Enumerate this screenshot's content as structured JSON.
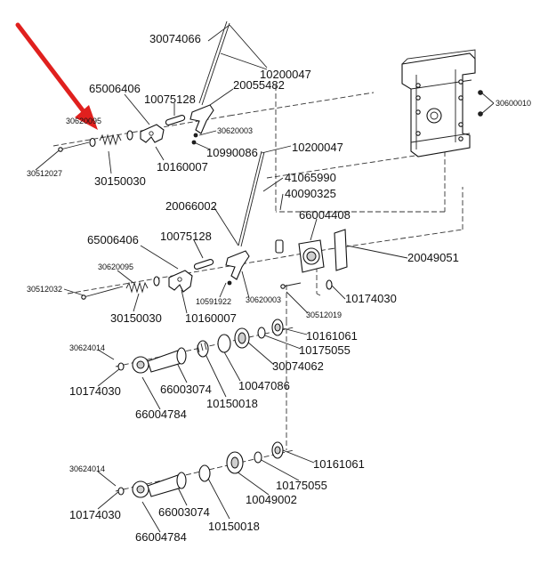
{
  "diagram": {
    "arrow_color": "#e0201e",
    "labels": {
      "l30074066": "30074066",
      "l10200047a": "10200047",
      "l65006406a": "65006406",
      "l10075128a": "10075128",
      "l20055482": "20055482",
      "l30620095a": "30620095",
      "l30620003a": "30620003",
      "l10990086": "10990086",
      "l10200047b": "10200047",
      "l30512027": "30512027",
      "l10160007a": "10160007",
      "l30150030a": "30150030",
      "l30600010": "30600010",
      "l41065990": "41065990",
      "l40090325": "40090325",
      "l20066002": "20066002",
      "l66004408": "66004408",
      "l65006406b": "65006406",
      "l10075128b": "10075128",
      "l20049051": "20049051",
      "l30620095b": "30620095",
      "l30512032": "30512032",
      "l10591922": "10591922",
      "l30620003b": "30620003",
      "l10174030a": "10174030",
      "l30512019": "30512019",
      "l30150030b": "30150030",
      "l10160007b": "10160007",
      "l10161061a": "10161061",
      "l10175055a": "10175055",
      "l30624014a": "30624014",
      "l30074062": "30074062",
      "l10174030b": "10174030",
      "l66003074a": "66003074",
      "l10047086": "10047086",
      "l10150018a": "10150018",
      "l66004784a": "66004784",
      "l10161061b": "10161061",
      "l30624014b": "30624014",
      "l10175055b": "10175055",
      "l10174030c": "10174030",
      "l66003074b": "66003074",
      "l10049002": "10049002",
      "l10150018b": "10150018",
      "l66004784b": "66004784"
    }
  }
}
